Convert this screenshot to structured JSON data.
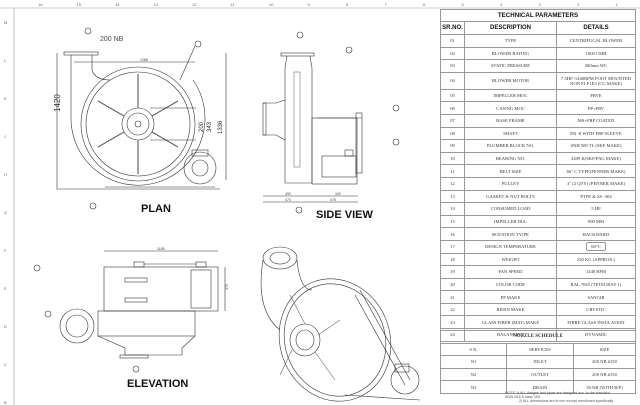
{
  "technical_parameters": {
    "title": "TECHNICAL PARAMETERS",
    "headers": [
      "SR.NO.",
      "DESCRIPTION",
      "DETAILS"
    ],
    "rows": [
      [
        "01",
        "TYPE",
        "CENTRIFUGAL BLOWER"
      ],
      [
        "02",
        "BLOWER RATING",
        "1800 CMH"
      ],
      [
        "03",
        "STATIC PRESSURE",
        "300mm WC"
      ],
      [
        "04",
        "BLOWER MOTOR",
        "7.5HP /1440RPM FOOT MOUNTED NON FLP IE3 (CG MAKE)"
      ],
      [
        "05",
        "IMPELLER MOC",
        "FRVE"
      ],
      [
        "06",
        "CASING MOC",
        "PP+FRV"
      ],
      [
        "07",
        "BASE FRAME",
        "MS+FRP COATED"
      ],
      [
        "08",
        "SHAFT",
        "EN -8 WITH FRP SLEEVE"
      ],
      [
        "09",
        "PLUMBER BLOCK NO.",
        "SNH 509 TL (SKF MAKE)"
      ],
      [
        "10",
        "BEARING NO.",
        "2209 K(SKF/FAG MAKE)"
      ],
      [
        "11",
        "BELT SIZE",
        "66\" C TYPE(FENNER MAKE)"
      ],
      [
        "12",
        "PULLEY",
        "3\" (2 QTY) (FENNER MAKE)"
      ],
      [
        "13",
        "GASKET & NUT BOLTS",
        "PTFE & SS -304"
      ],
      [
        "14",
        "CONSUMED LOAD",
        "5 HP"
      ],
      [
        "15",
        "IMPELLER DIA.",
        "990 MM"
      ],
      [
        "16",
        "ROTATION TY[PE",
        "BACKWARD"
      ],
      [
        "17",
        "DESIGN TEMPERATURE",
        "60°C"
      ],
      [
        "18",
        "WEIGHT",
        "250 KG (APPROX.)"
      ],
      [
        "19",
        "FAN SPEED",
        "1440 RPM"
      ],
      [
        "20",
        "COLOR CODE",
        "RAL 7045 (TETEGRAY 1)"
      ],
      [
        "21",
        "PP MAKE",
        "SANGIR"
      ],
      [
        "22",
        "RESIN MAKE",
        "CRYSTIC"
      ],
      [
        "23",
        "GLASS FIBER (MAT) MAKE",
        "FIBRE GLASS INSULATION"
      ],
      [
        "24",
        "BALANCING",
        "DYNAMIC"
      ]
    ]
  },
  "nozzle_schedule": {
    "title": "NOZZLE SCHEDULE",
    "headers": [
      "S.N.",
      "SERVICES",
      "SIZE"
    ],
    "rows": [
      [
        "N1",
        "INLET",
        "200 NB #150"
      ],
      [
        "N2",
        "OUTLET",
        "200 NB #150"
      ],
      [
        "N3",
        "DRAIN",
        "50 NB (WITH B/F)"
      ]
    ]
  },
  "notes": {
    "line1": "NOTE 1) ALL flanges and pipes are designed acc. to the standard",
    "line2": "ANSI B16.5 class 150.",
    "line3": "2) ALL dimensions are in mm except mentioned specifically."
  },
  "views": {
    "plan": "PLAN",
    "side": "SIDE VIEW",
    "elevation": "ELEVATION"
  },
  "dimensions": {
    "inlet": "200 NB",
    "height": "1420",
    "overall": "1336",
    "d200": "200",
    "d343": "343",
    "width_plan": "1288",
    "side_a": "490",
    "side_b": "440",
    "side_c": "470",
    "side_d": "475",
    "elev_width": "1185",
    "elev_height": "470"
  },
  "ruler_top": [
    "16",
    "15",
    "14",
    "13",
    "12",
    "11",
    "10",
    "9",
    "8",
    "7",
    "6",
    "5",
    "4",
    "3",
    "2",
    "1"
  ],
  "ruler_left": [
    "M",
    "L",
    "K",
    "J",
    "H",
    "G",
    "F",
    "E",
    "D",
    "C",
    "B"
  ]
}
